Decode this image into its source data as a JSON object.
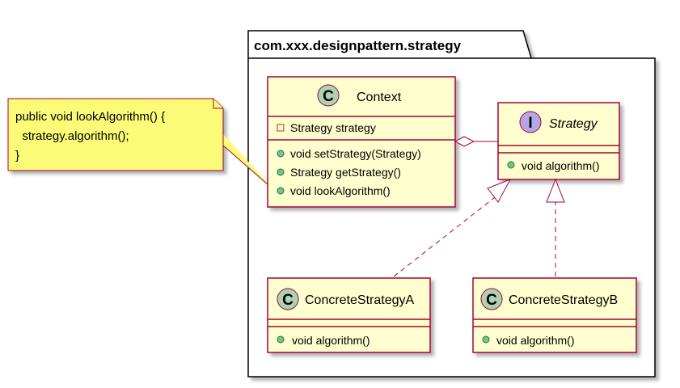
{
  "package": {
    "name": "com.xxx.designpattern.strategy"
  },
  "note": {
    "lines": [
      "public void lookAlgorithm() {",
      "  strategy.algorithm();",
      "}"
    ]
  },
  "classes": {
    "context": {
      "stereotype_letter": "C",
      "name": "Context",
      "fields": [
        "Strategy strategy"
      ],
      "methods": [
        "void setStrategy(Strategy)",
        "Strategy getStrategy()",
        "void lookAlgorithm()"
      ]
    },
    "strategy": {
      "stereotype_letter": "I",
      "name": "Strategy",
      "methods": [
        "void algorithm()"
      ]
    },
    "concrete_a": {
      "stereotype_letter": "C",
      "name": "ConcreteStrategyA",
      "methods": [
        "void algorithm()"
      ]
    },
    "concrete_b": {
      "stereotype_letter": "C",
      "name": "ConcreteStrategyB",
      "methods": [
        "void algorithm()"
      ]
    }
  },
  "colors": {
    "class_fill": "#FEFECE",
    "class_border": "#A80036",
    "class_badge": "#ADD1B2",
    "interface_badge": "#B4A7E5",
    "public_method": "#84BE84",
    "private_field": "#C82930",
    "note_fill": "#FBFB77"
  }
}
